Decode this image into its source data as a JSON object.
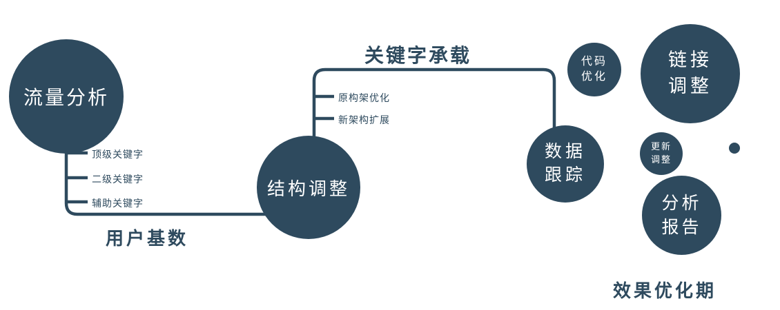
{
  "colors": {
    "primary": "#2e4a5e",
    "background": "#ffffff",
    "text_on_circle": "#ffffff"
  },
  "nodes": {
    "traffic_analysis": "流量分析",
    "structure_adjustment": "结构调整",
    "data_tracking": "数据\n跟踪",
    "code_optimization": "代码\n优化",
    "link_adjustment": "链接\n调整",
    "update_adjustment": "更新\n调整",
    "analysis_report": "分析\n报告"
  },
  "edge_labels": {
    "user_base": "用户基数",
    "keyword_carry": "关键字承载",
    "effect_phase": "效果优化期"
  },
  "branches": {
    "traffic": [
      "顶级关键字",
      "二级关键字",
      "辅助关键字"
    ],
    "structure": [
      "原构架优化",
      "新架构扩展"
    ]
  }
}
